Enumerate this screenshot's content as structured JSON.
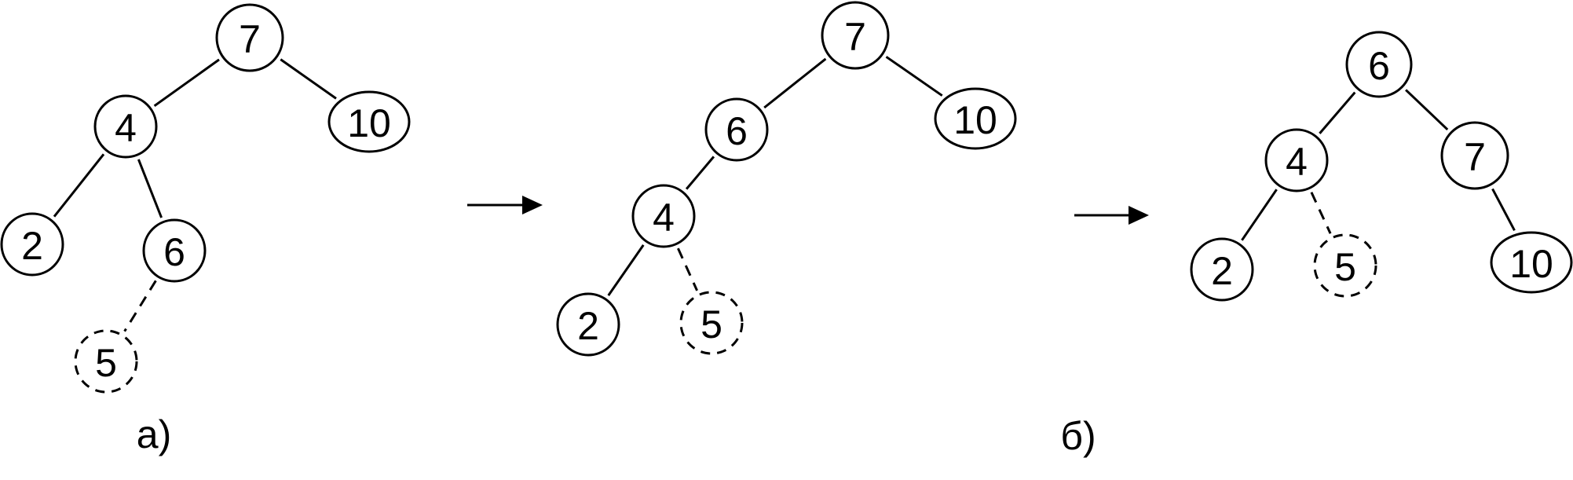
{
  "colors": {
    "stroke": "#000000",
    "background": "#ffffff"
  },
  "labels": {
    "panel_a": "а)",
    "panel_b": "б)"
  },
  "trees": [
    {
      "id": "tree1",
      "nodes": [
        {
          "id": "n7",
          "label": "7",
          "style": "solid"
        },
        {
          "id": "n4",
          "label": "4",
          "style": "solid"
        },
        {
          "id": "n10",
          "label": "10",
          "style": "solid"
        },
        {
          "id": "n2",
          "label": "2",
          "style": "solid"
        },
        {
          "id": "n6",
          "label": "6",
          "style": "solid"
        },
        {
          "id": "n5",
          "label": "5",
          "style": "dashed"
        }
      ],
      "edges": [
        {
          "from": "n7",
          "to": "n4",
          "style": "solid"
        },
        {
          "from": "n7",
          "to": "n10",
          "style": "solid"
        },
        {
          "from": "n4",
          "to": "n2",
          "style": "solid"
        },
        {
          "from": "n4",
          "to": "n6",
          "style": "solid"
        },
        {
          "from": "n6",
          "to": "n5",
          "style": "dashed"
        }
      ]
    },
    {
      "id": "tree2",
      "nodes": [
        {
          "id": "n7",
          "label": "7",
          "style": "solid"
        },
        {
          "id": "n6",
          "label": "6",
          "style": "solid"
        },
        {
          "id": "n10",
          "label": "10",
          "style": "solid"
        },
        {
          "id": "n4",
          "label": "4",
          "style": "solid"
        },
        {
          "id": "n2",
          "label": "2",
          "style": "solid"
        },
        {
          "id": "n5",
          "label": "5",
          "style": "dashed"
        }
      ],
      "edges": [
        {
          "from": "n7",
          "to": "n6",
          "style": "solid"
        },
        {
          "from": "n7",
          "to": "n10",
          "style": "solid"
        },
        {
          "from": "n6",
          "to": "n4",
          "style": "solid"
        },
        {
          "from": "n4",
          "to": "n2",
          "style": "solid"
        },
        {
          "from": "n4",
          "to": "n5",
          "style": "dashed"
        }
      ]
    },
    {
      "id": "tree3",
      "nodes": [
        {
          "id": "n6",
          "label": "6",
          "style": "solid"
        },
        {
          "id": "n4",
          "label": "4",
          "style": "solid"
        },
        {
          "id": "n7",
          "label": "7",
          "style": "solid"
        },
        {
          "id": "n2",
          "label": "2",
          "style": "solid"
        },
        {
          "id": "n5",
          "label": "5",
          "style": "dashed"
        },
        {
          "id": "n10",
          "label": "10",
          "style": "solid"
        }
      ],
      "edges": [
        {
          "from": "n6",
          "to": "n4",
          "style": "solid"
        },
        {
          "from": "n6",
          "to": "n7",
          "style": "solid"
        },
        {
          "from": "n4",
          "to": "n2",
          "style": "solid"
        },
        {
          "from": "n4",
          "to": "n5",
          "style": "dashed"
        },
        {
          "from": "n7",
          "to": "n10",
          "style": "solid"
        }
      ]
    }
  ]
}
